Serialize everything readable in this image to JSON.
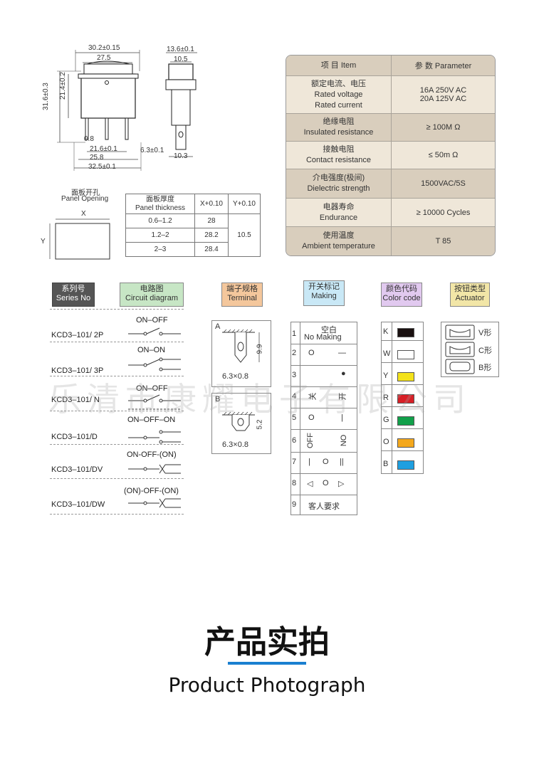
{
  "drawing": {
    "front": {
      "width_total": "30.2±0.15",
      "width_inner": "27.5",
      "height_total": "31.6±0.3",
      "height_body": "21.4±0.2",
      "pin_gap": "0.8",
      "pin_span": "21.6±0.1",
      "base_width": "25.8",
      "base_total": "32.5±0.1"
    },
    "side": {
      "width_total": "13.6±0.1",
      "width_inner": "10.5",
      "pin_offset": "6.3±0.1",
      "base_width": "10.3"
    },
    "panel_opening": {
      "label_cn": "面板开孔",
      "label_en": "Panel Opening",
      "x_label": "X",
      "y_label": "Y"
    },
    "panel_table": {
      "head_cn": "面板厚度",
      "head_en": "Panel thickness",
      "x_head": "X+0.10",
      "y_head": "Y+0.10",
      "rows": [
        {
          "thickness": "0.6–1.2",
          "x": "28"
        },
        {
          "thickness": "1.2–2",
          "x": "28.2"
        },
        {
          "thickness": "2–3",
          "x": "28.4"
        }
      ],
      "y_value": "10.5"
    }
  },
  "spec_table": {
    "header": {
      "item": "项 目  Item",
      "param": "参 数  Parameter"
    },
    "rows": [
      {
        "cn": "额定电流、电压",
        "en1": "Rated voltage",
        "en2": "Rated current",
        "p1": "16A     250V AC",
        "p2": "20A     125V AC"
      },
      {
        "cn": "绝缘电阻",
        "en1": "Insulated resistance",
        "p1": "≥ 100M Ω"
      },
      {
        "cn": "接触电阻",
        "en1": "Contact resistance",
        "p1": "≤ 50m Ω"
      },
      {
        "cn": "介电强度(极间)",
        "en1": "Dielectric strength",
        "p1": "1500VAC/5S"
      },
      {
        "cn": "电器寿命",
        "en1": "Endurance",
        "p1": "≥ 10000 Cycles"
      },
      {
        "cn": "使用温度",
        "en1": "Ambient temperature",
        "p1": "T 85"
      }
    ]
  },
  "category_headers": [
    {
      "cn": "系列号",
      "en": "Series No"
    },
    {
      "cn": "电路图",
      "en": "Circuit diagram"
    },
    {
      "cn": "端子规格",
      "en": "Terminal"
    },
    {
      "cn": "开关标记",
      "en": "Making"
    },
    {
      "cn": "颜色代码",
      "en": "Color code"
    },
    {
      "cn": "按钮类型",
      "en": "Actuator"
    }
  ],
  "series": [
    {
      "name": "KCD3–101/ 2P",
      "circuit": "ON–OFF"
    },
    {
      "name": "KCD3–101/ 3P",
      "circuit": "ON–ON"
    },
    {
      "name": "KCD3–101/ N",
      "circuit": "ON–OFF"
    },
    {
      "name": "KCD3–101/D",
      "circuit": "ON–OFF–ON"
    },
    {
      "name": "KCD3–101/DV",
      "circuit": "ON-OFF-(ON)"
    },
    {
      "name": "KCD3–101/DW",
      "circuit": "(ON)-OFF-(ON)"
    }
  ],
  "terminals": [
    {
      "letter": "A",
      "dim_v": "9.9",
      "dim_h": "6.3×0.8"
    },
    {
      "letter": "B",
      "dim_v": "5.2",
      "dim_h": "6.3×0.8"
    }
  ],
  "making": [
    {
      "n": "1",
      "a": "空白",
      "b": "No Making"
    },
    {
      "n": "2",
      "a": "O",
      "b": "—"
    },
    {
      "n": "3",
      "a": "",
      "b": "●"
    },
    {
      "n": "4",
      "a": "关",
      "b": "开"
    },
    {
      "n": "5",
      "a": "O",
      "b": "|"
    },
    {
      "n": "6",
      "a": "OFF",
      "b": "ON"
    },
    {
      "n": "7",
      "a": "|",
      "b": "O",
      "c": "||"
    },
    {
      "n": "8",
      "a": "◁",
      "b": "O",
      "c": "▷"
    },
    {
      "n": "9",
      "a": "客人要求"
    }
  ],
  "colors": [
    {
      "code": "K",
      "hex": "#1a1010"
    },
    {
      "code": "W",
      "hex": "#ffffff"
    },
    {
      "code": "Y",
      "hex": "#f3e21a"
    },
    {
      "code": "R",
      "hex": "#d81f26"
    },
    {
      "code": "G",
      "hex": "#12a04a"
    },
    {
      "code": "O",
      "hex": "#f4a81d"
    },
    {
      "code": "B",
      "hex": "#1e9fe0"
    }
  ],
  "actuators": [
    {
      "label": "V形"
    },
    {
      "label": "C形"
    },
    {
      "label": "B形"
    }
  ],
  "watermark": "乐清市康耀电子有限公司",
  "footer": {
    "title_cn": "产品实拍",
    "title_en": "Product Photograph",
    "accent": "#1a7fd0"
  }
}
